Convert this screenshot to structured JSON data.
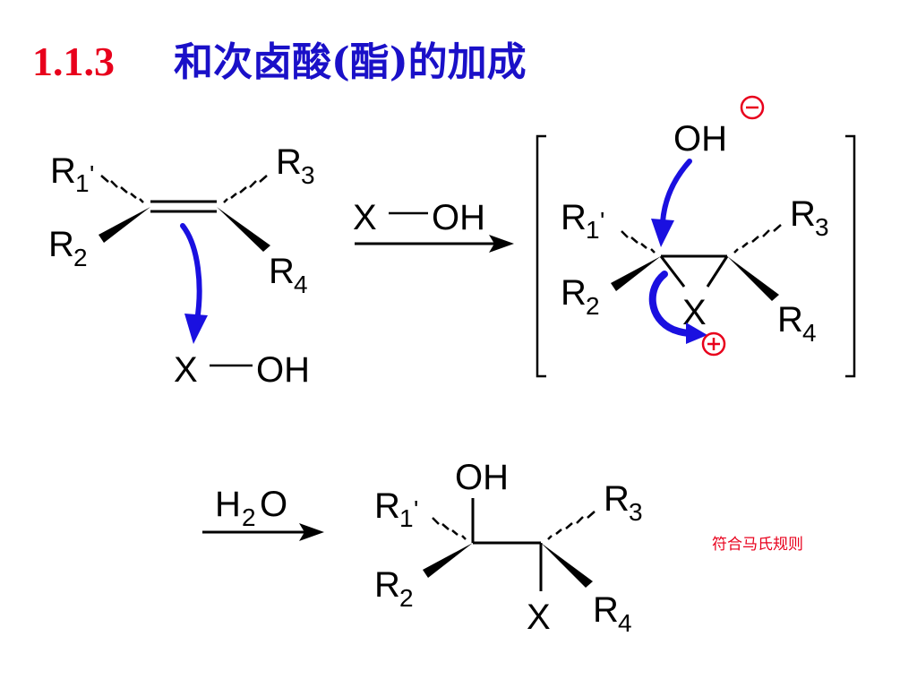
{
  "title": {
    "number": "1.1.3",
    "text": "和次卤酸(酯)的加成",
    "number_color": "#e8001c",
    "text_color": "#1a10c8"
  },
  "labels": {
    "R": "R",
    "sub1": "1",
    "prime": "'",
    "sub2": "2",
    "sub3": "3",
    "sub4": "4",
    "X": "X",
    "OH": "OH",
    "H": "H",
    "O": "O",
    "h2o_sub": "2"
  },
  "note": {
    "text": "符合马氏规则",
    "color": "#e8001c"
  },
  "charges": {
    "minus": "−",
    "plus": "+",
    "color": "#e8001c"
  },
  "colors": {
    "ink": "#000000",
    "arrow_blue": "#1a10e0"
  }
}
